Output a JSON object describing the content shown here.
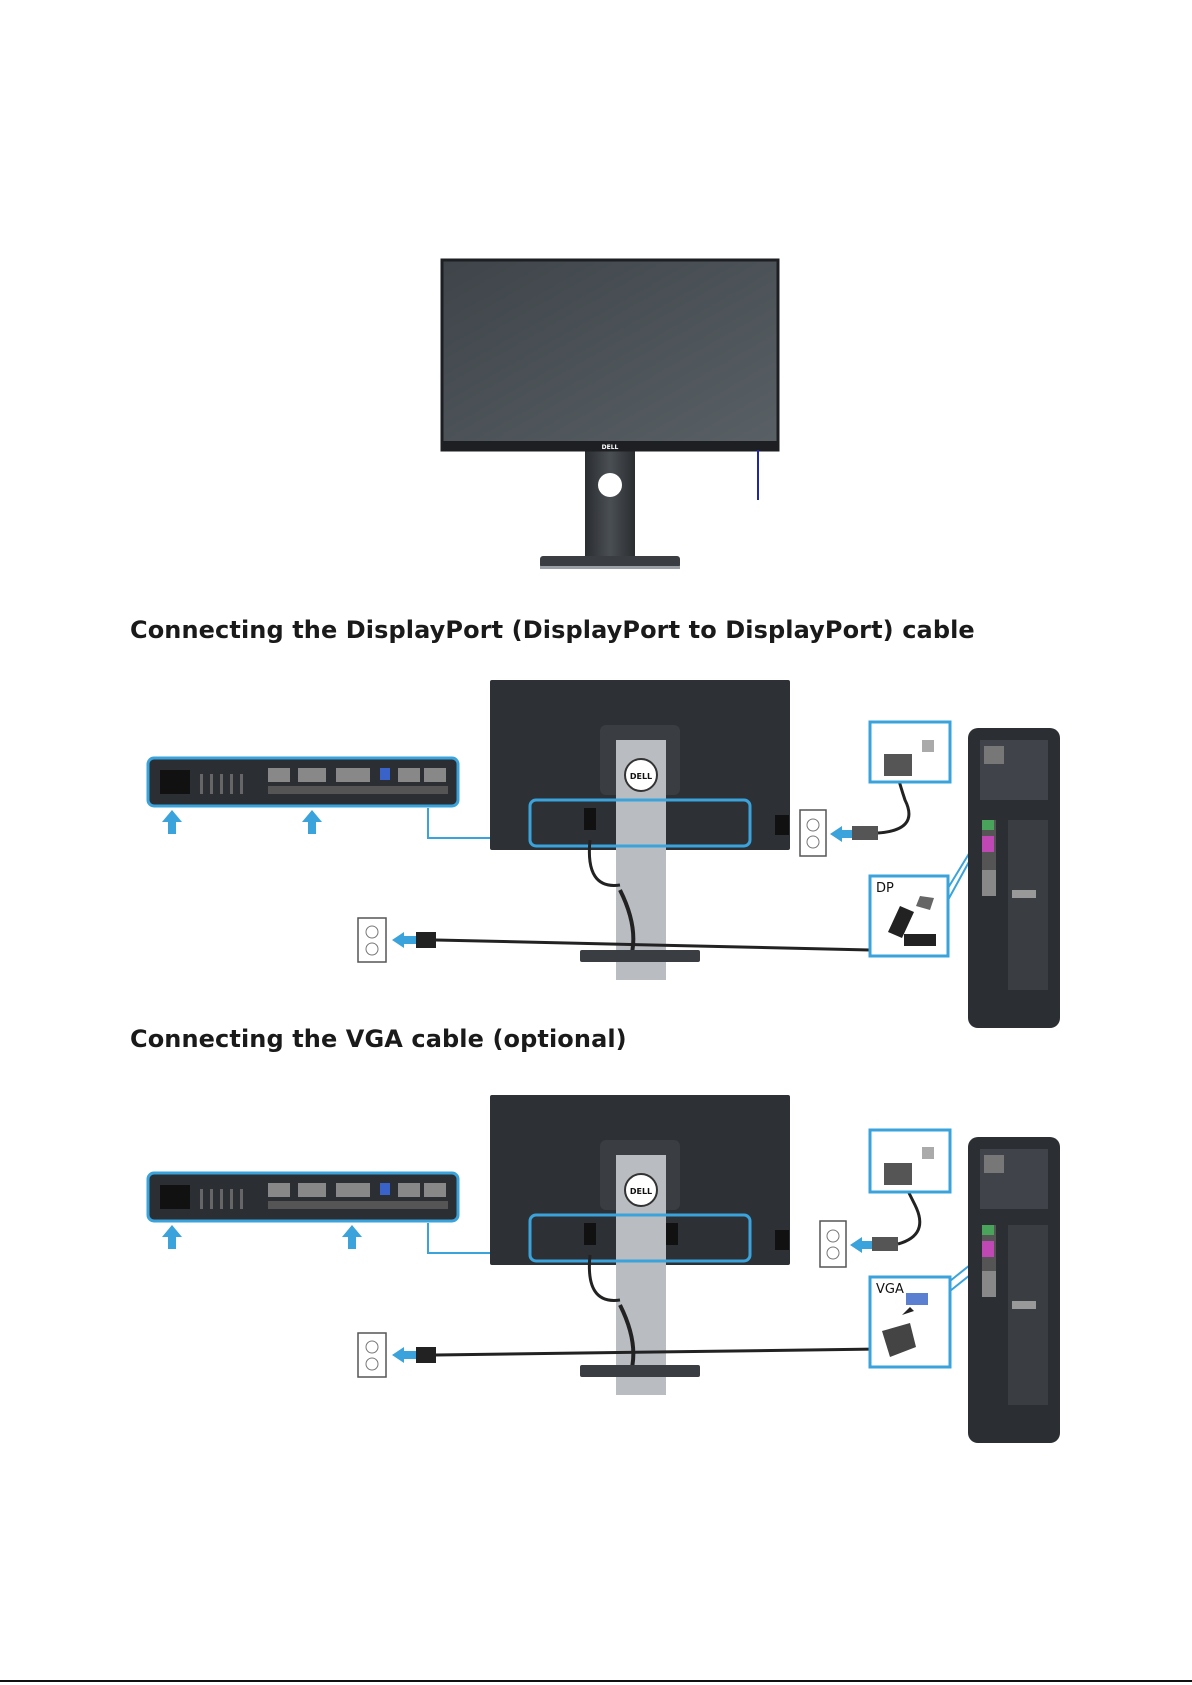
{
  "page": {
    "section_dp_heading": "Connecting the DisplayPort (DisplayPort to DisplayPort) cable",
    "section_vga_heading": "Connecting the VGA cable (optional)"
  },
  "monitor": {
    "logo_text": "DELL"
  },
  "diagram_dp": {
    "connector_label": "DP"
  },
  "diagram_vga": {
    "connector_label": "VGA"
  },
  "colors": {
    "accent_blue": "#3aa3dc",
    "panel_dark": "#2d3136",
    "stand_silver": "#b9bdc1"
  }
}
